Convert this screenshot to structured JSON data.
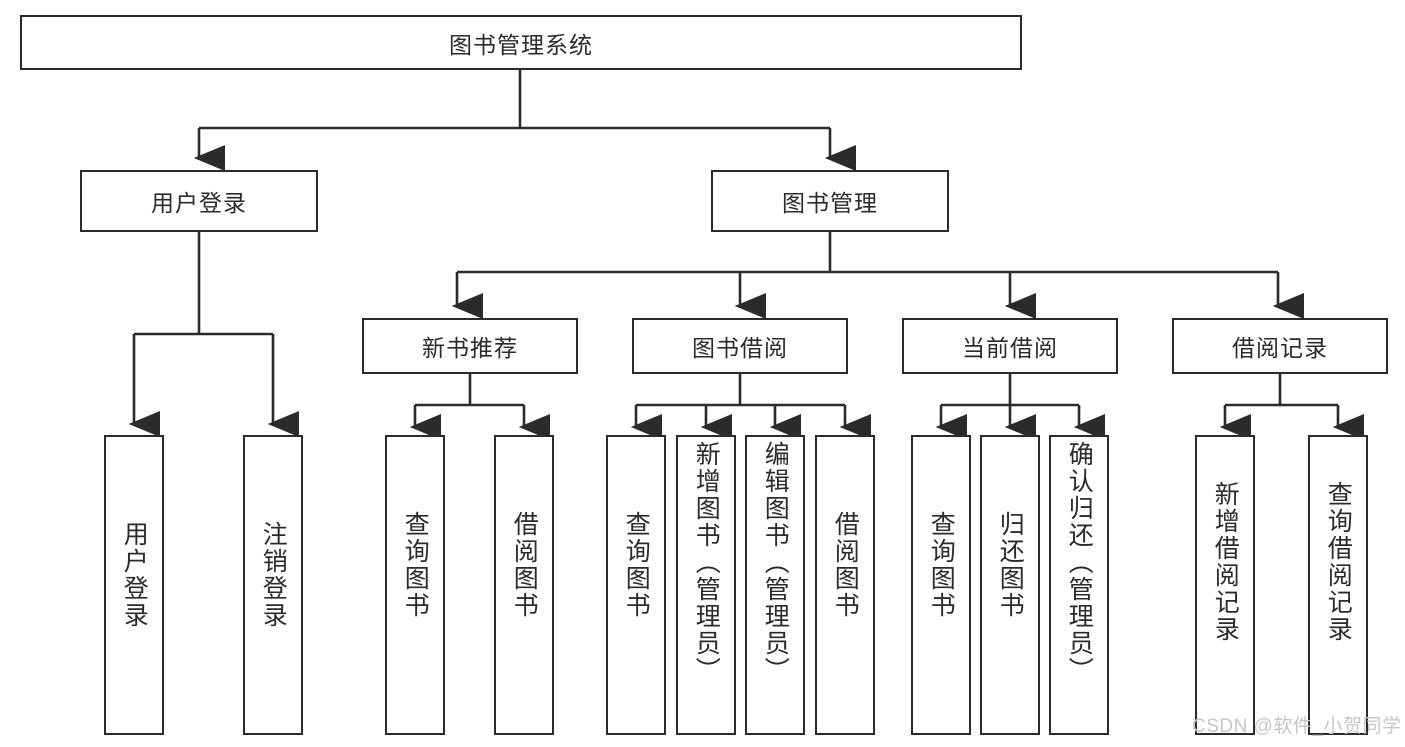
{
  "diagram": {
    "title_node": {
      "label": "图书管理系统"
    },
    "level2": [
      {
        "id": "user-login",
        "label": "用户登录"
      },
      {
        "id": "book-manage",
        "label": "图书管理"
      }
    ],
    "level3": [
      {
        "id": "new-book-recommend",
        "label": "新书推荐"
      },
      {
        "id": "book-borrow",
        "label": "图书借阅"
      },
      {
        "id": "current-borrow",
        "label": "当前借阅"
      },
      {
        "id": "borrow-record",
        "label": "借阅记录"
      }
    ],
    "leaves": {
      "user_login": [
        {
          "id": "leaf-user-login",
          "label": "用户登录"
        },
        {
          "id": "leaf-logout-login",
          "label": "注销登录"
        }
      ],
      "new_book_recommend": [
        {
          "id": "leaf-query-book-1",
          "label": "查询图书"
        },
        {
          "id": "leaf-borrow-book-1",
          "label": "借阅图书"
        }
      ],
      "book_borrow": [
        {
          "id": "leaf-query-book-2",
          "label": "查询图书"
        },
        {
          "id": "leaf-add-book",
          "label": "新增图书（管理员）"
        },
        {
          "id": "leaf-edit-book",
          "label": "编辑图书（管理员）"
        },
        {
          "id": "leaf-borrow-book-2",
          "label": "借阅图书"
        }
      ],
      "current_borrow": [
        {
          "id": "leaf-query-book-3",
          "label": "查询图书"
        },
        {
          "id": "leaf-return-book",
          "label": "归还图书"
        },
        {
          "id": "leaf-confirm-return",
          "label": "确认归还（管理员）"
        }
      ],
      "borrow_record": [
        {
          "id": "leaf-add-borrow-record",
          "label": "新增借阅记录"
        },
        {
          "id": "leaf-query-borrow-record",
          "label": "查询借阅记录"
        }
      ]
    }
  },
  "watermark": {
    "text": "CSDN @软件_小贺同学"
  },
  "colors": {
    "stroke": "#2b2b2b",
    "text": "#2b2b2b",
    "background": "#ffffff",
    "watermark": "#c6c6c6"
  }
}
